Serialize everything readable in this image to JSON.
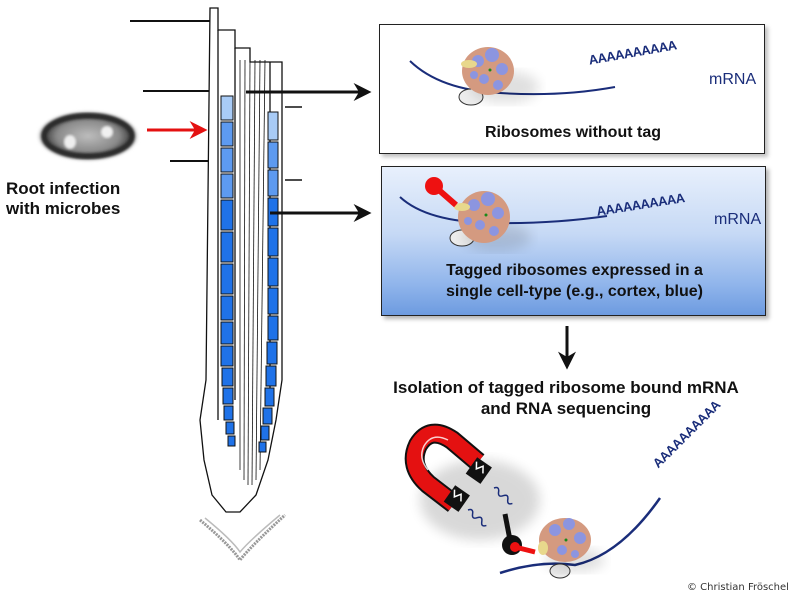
{
  "left": {
    "microbe_label_line1": "Root infection",
    "microbe_label_line2": "with microbes"
  },
  "box_untagged": {
    "polyA": "AAAAAAAAAA",
    "mrna": "mRNA",
    "caption": "Ribosomes without tag"
  },
  "box_tagged": {
    "polyA": "AAAAAAAAAA",
    "mrna": "mRNA",
    "caption_line1": "Tagged ribosomes expressed in a",
    "caption_line2": "single cell-type (e.g., cortex, blue)"
  },
  "isolation": {
    "caption_line1": "Isolation of tagged ribosome bound mRNA",
    "caption_line2": "and RNA sequencing",
    "polyA": "AAAAAAAAAA"
  },
  "credit": "© Christian Fröschel",
  "colors": {
    "cortex_blue": "#1f72e8",
    "light_blue": "#9ec3f5",
    "tag_red": "#ee1111",
    "mrna_navy": "#1a2d7a",
    "box_gradient_bottom": "#6d9be0"
  }
}
